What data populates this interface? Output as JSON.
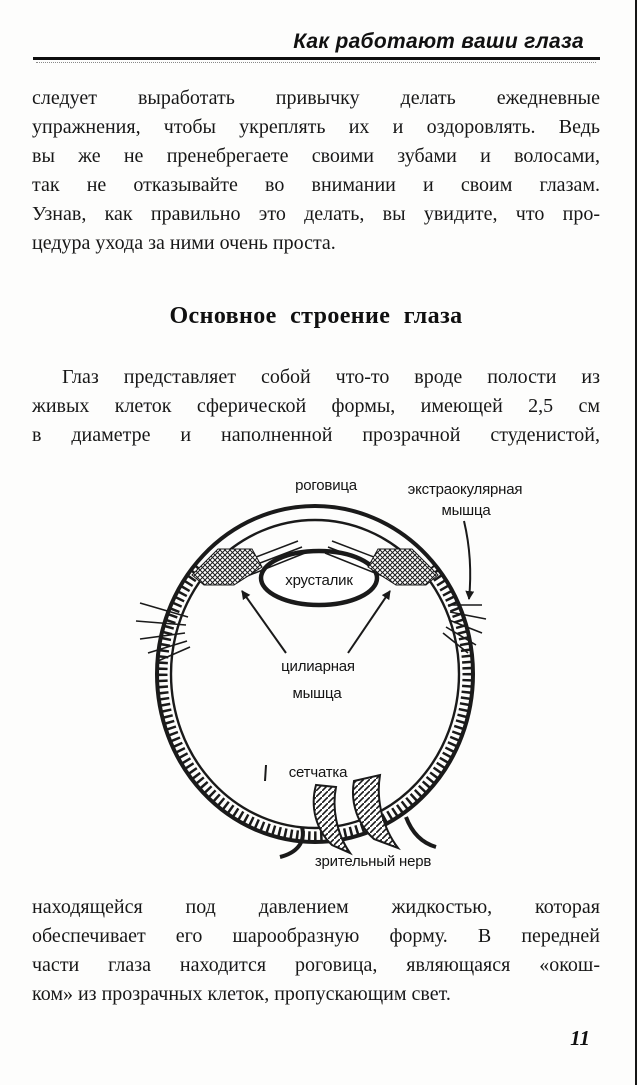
{
  "header": {
    "title": "Как работают ваши глаза"
  },
  "section_heading": "Основное строение глаза",
  "paragraphs": {
    "p1": {
      "lines": [
        "следует выработать привычку делать ежедневные",
        "упражнения, чтобы укреплять их и оздоровлять. Ведь",
        "вы же не пренебрегаете своими зубами и волосами,",
        "так не отказывайте во внимании и своим глазам.",
        "Узнав, как правильно это делать, вы увидите, что про-",
        "цедура ухода за ними очень проста."
      ]
    },
    "p2": {
      "lines": [
        "Глаз представляет собой что-то вроде полости из",
        "живых клеток сферической формы, имеющей 2,5 см",
        "в диаметре и наполненной прозрачной студенистой,"
      ]
    },
    "p3": {
      "lines": [
        "находящейся под давлением жидкостью, которая",
        "обеспечивает его шарообразную форму. В передней",
        "части глаза находится роговица, являющаяся «окош-",
        "ком» из прозрачных клеток, пропускающим свет."
      ]
    }
  },
  "diagram": {
    "description": "cross-section of the human eye",
    "labels": {
      "cornea": "роговица",
      "extraocular_muscle_line1": "экстраокулярная",
      "extraocular_muscle_line2": "мышца",
      "lens": "хрусталик",
      "ciliary_muscle_line1": "цилиарная",
      "ciliary_muscle_line2": "мышца",
      "retina": "сетчатка",
      "optic_nerve": "зрительный нерв"
    },
    "ink_color": "#1a1a1a"
  },
  "page_number": "11"
}
